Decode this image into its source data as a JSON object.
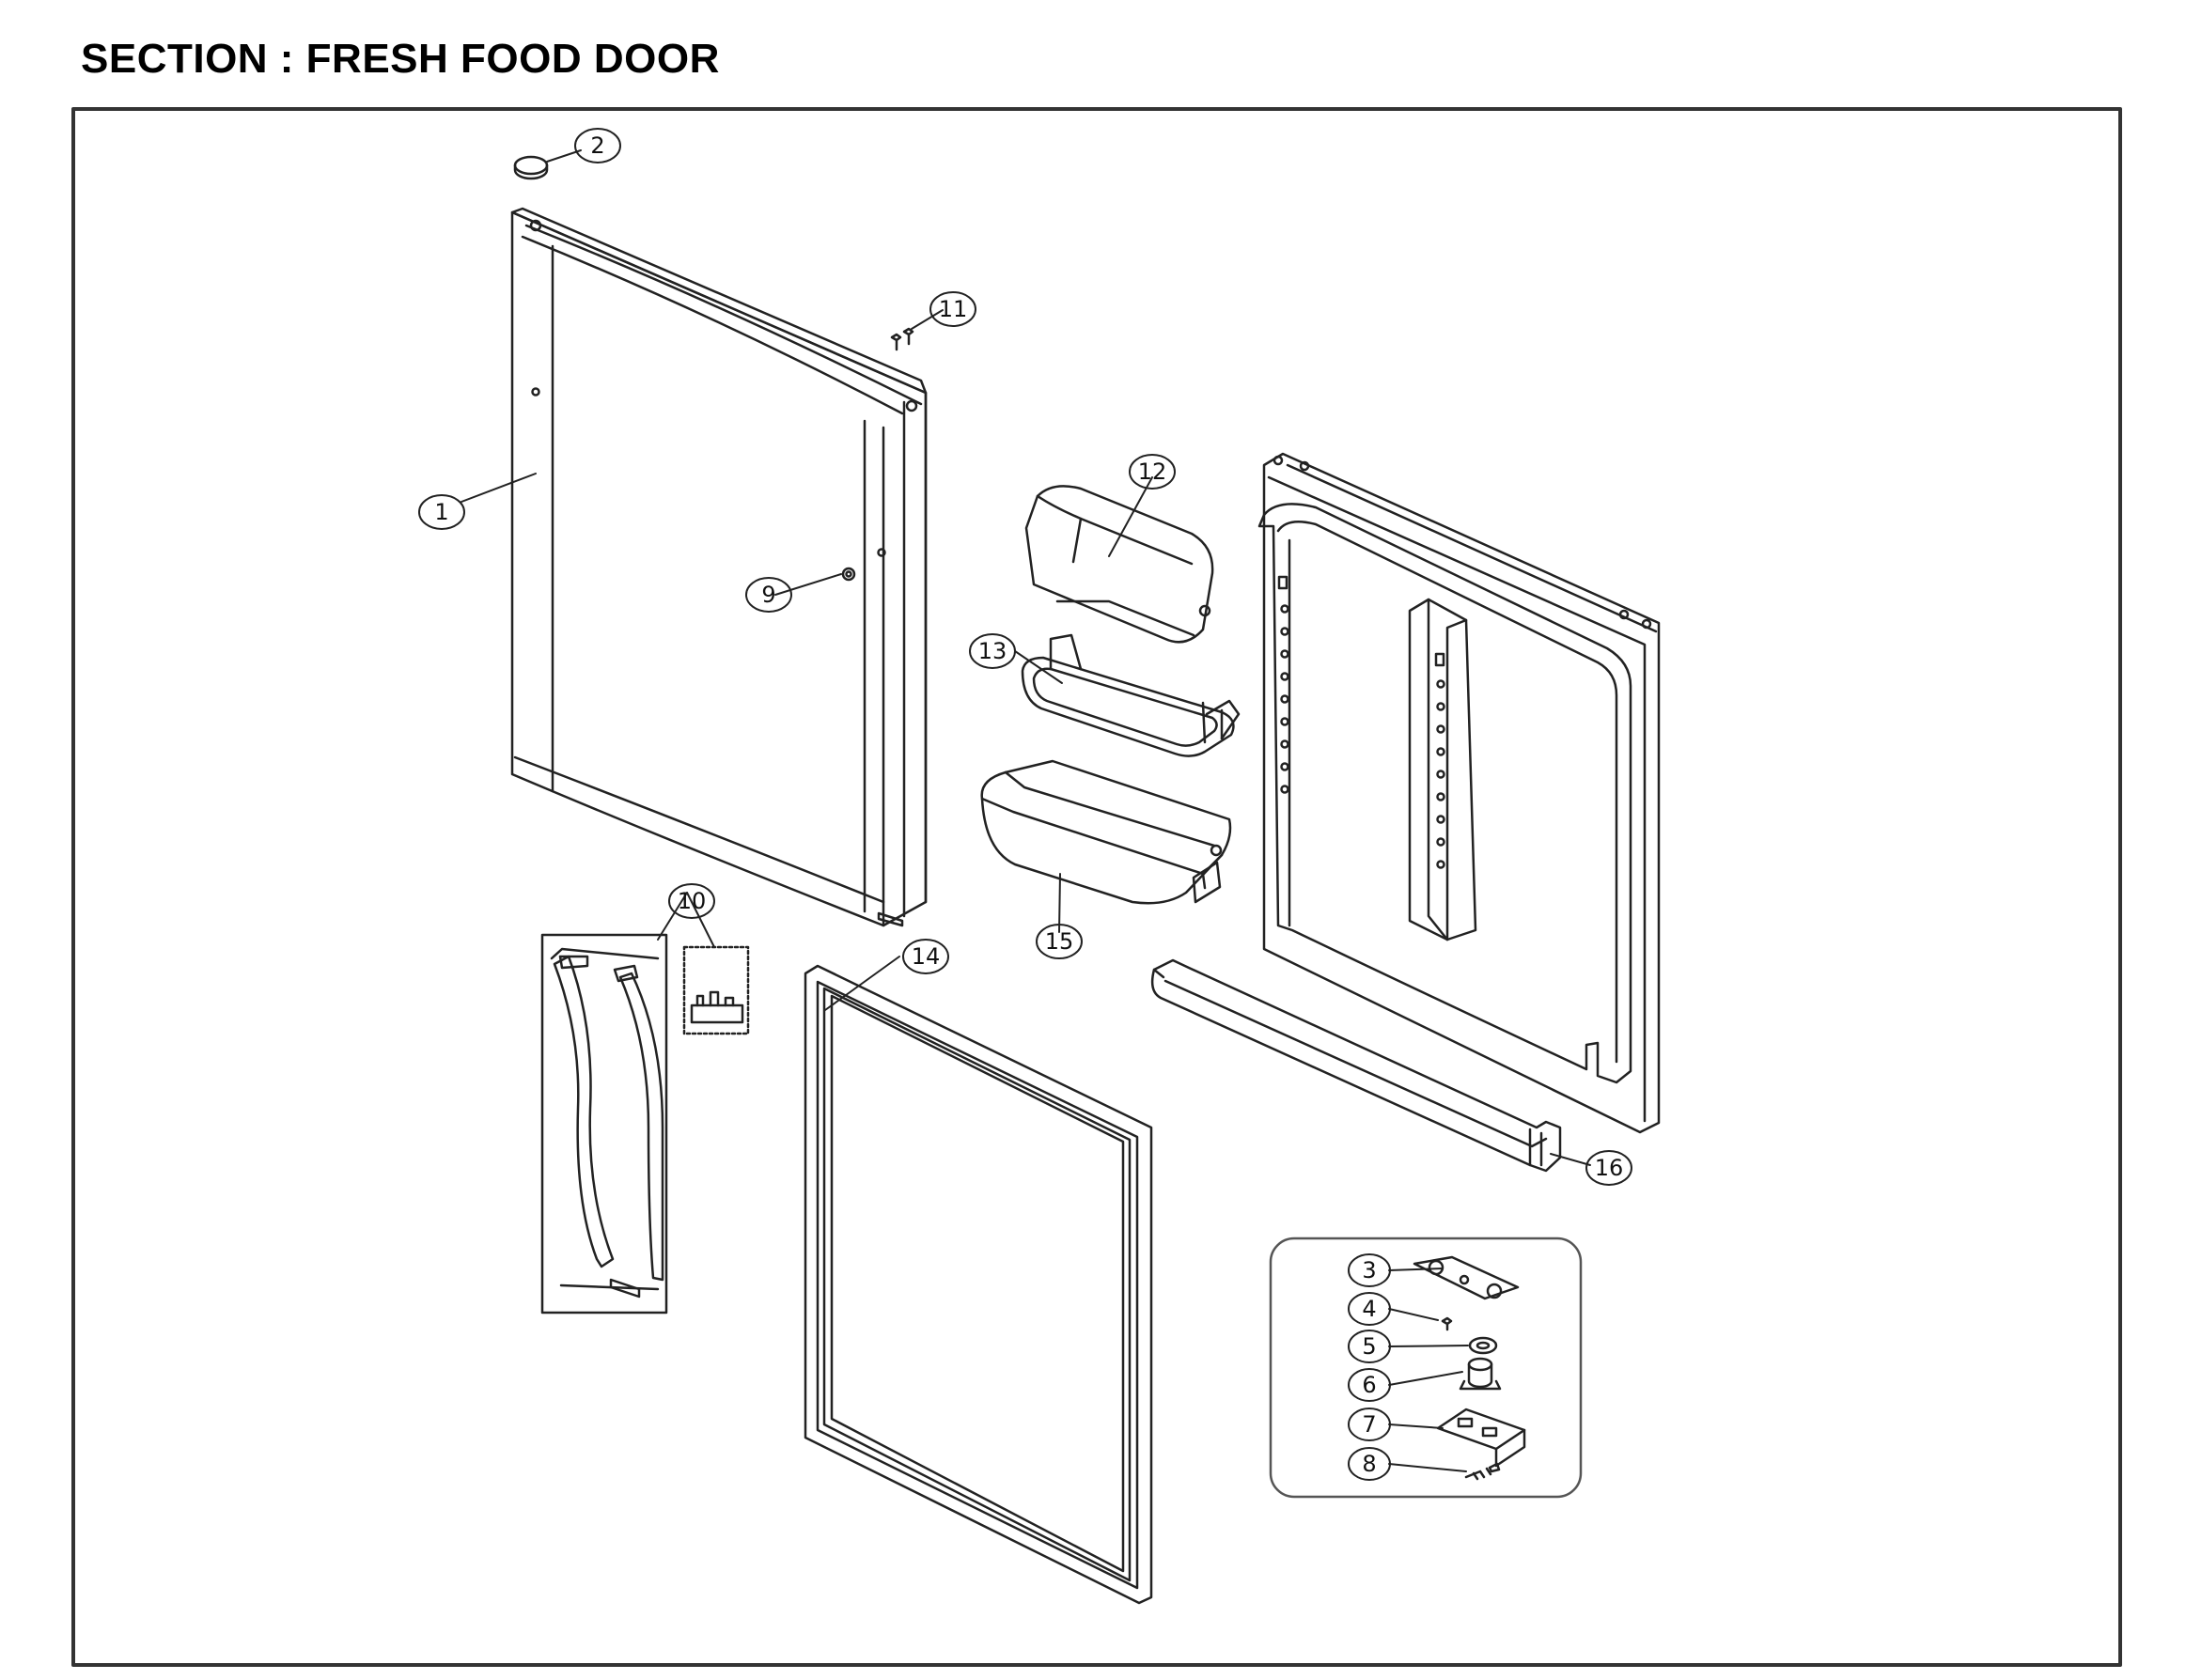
{
  "title": "SECTION : FRESH FOOD DOOR",
  "colors": {
    "line": "#222222",
    "frame": "#333333",
    "background": "#ffffff"
  },
  "callouts": {
    "c1": "1",
    "c2": "2",
    "c3": "3",
    "c4": "4",
    "c5": "5",
    "c6": "6",
    "c7": "7",
    "c8": "8",
    "c9": "9",
    "c10": "10",
    "c11": "11",
    "c12": "12",
    "c13": "13",
    "c14": "14",
    "c15": "15",
    "c16": "16"
  }
}
